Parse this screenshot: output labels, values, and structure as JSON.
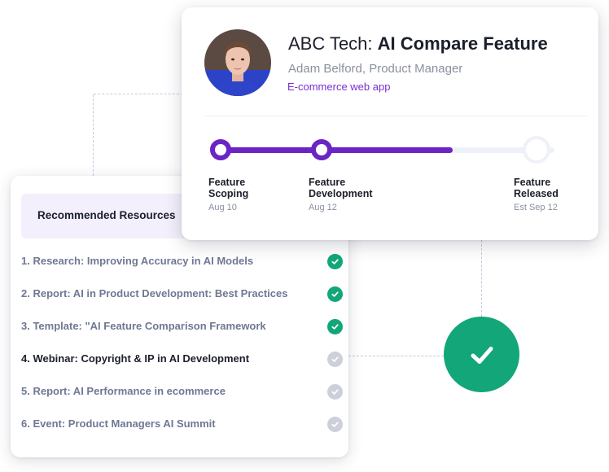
{
  "project": {
    "company": "ABC Tech:",
    "feature": "AI Compare Feature",
    "owner": "Adam Belford, Product Manager",
    "app": "E-commerce web app",
    "stages": [
      {
        "line1": "Feature",
        "line2": "Scoping",
        "date": "Aug 10",
        "status": "done"
      },
      {
        "line1": "Feature",
        "line2": "Development",
        "date": "Aug 12",
        "status": "done"
      },
      {
        "line1": "Feature",
        "line2": "Released",
        "date": "Est Sep 12",
        "status": "future"
      }
    ]
  },
  "resources": {
    "title": "Recommended Resources",
    "items": [
      {
        "label": "1. Research: Improving Accuracy in AI Models",
        "done": true
      },
      {
        "label": "2. Report: AI in Product Development: Best Practices",
        "done": true
      },
      {
        "label": "3. Template: \"AI Feature Comparison Framework",
        "done": true
      },
      {
        "label": "4. Webinar: Copyright & IP in AI Development",
        "done": false
      },
      {
        "label": "5. Report: AI Performance in ecommerce",
        "done": false
      },
      {
        "label": "6. Event: Product Managers AI Summit",
        "done": false
      }
    ]
  },
  "colors": {
    "accent": "#6b25c4",
    "success": "#12a679",
    "pending": "#cdd0da",
    "link": "#7a2fd0"
  }
}
